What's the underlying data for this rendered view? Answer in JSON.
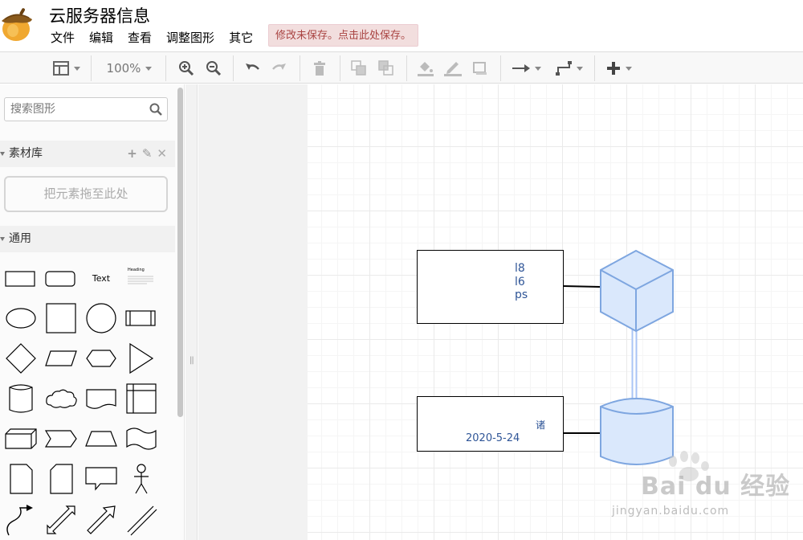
{
  "app": {
    "title": "云服务器信息",
    "menu": [
      "文件",
      "编辑",
      "查看",
      "调整图形",
      "其它"
    ],
    "unsaved_notice": "修改未保存。点击此处保存。"
  },
  "toolbar": {
    "zoom": "100%"
  },
  "sidebar": {
    "search_placeholder": "搜索图形",
    "library": {
      "title": "素材库",
      "add": "+",
      "edit": "✎",
      "close": "✕",
      "dropzone": "把元素拖至此处"
    },
    "general": {
      "title": "通用",
      "text_shape_label": "Text",
      "heading_shape_label": "Heading"
    }
  },
  "diagram": {
    "box1_lines": [
      "l8",
      "l6",
      "ps"
    ],
    "box2_top": "诸",
    "box2_bottom": "2020-5-24"
  },
  "watermark": {
    "brand": "Bai du 经验",
    "url": "jingyan.baidu.com"
  },
  "colors": {
    "shape_fill": "#dae8fc",
    "shape_stroke": "#7ea6e0",
    "text_blue": "#2f5597",
    "unsaved_bg": "#f2dede",
    "unsaved_text": "#a94442"
  }
}
